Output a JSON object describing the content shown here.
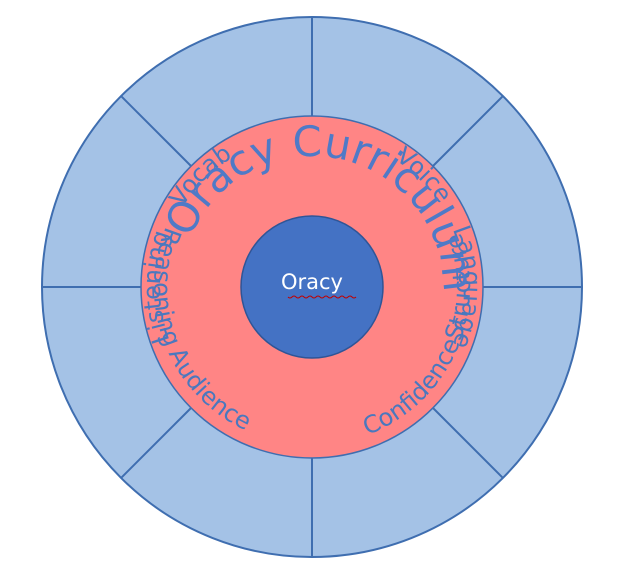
{
  "diagram": {
    "outer_ring_labels": [
      "Vocab",
      "Voice",
      "Language",
      "Structure",
      "Confidence",
      "Audience",
      "Reasoning",
      "Listening"
    ],
    "middle_ring_label": "Oracy Curriculum",
    "center_label": "Oracy"
  },
  "colors": {
    "outer_ring_fill": "#A4C2E6",
    "outer_ring_stroke": "#3F6EB0",
    "outer_text": "#4A78BE",
    "middle_fill": "#FF8585",
    "middle_text": "#4F7AC7",
    "center_fill": "#4472C4",
    "center_stroke": "#2F5597",
    "center_text": "#FFFFFF",
    "squiggle": "#C00000"
  }
}
